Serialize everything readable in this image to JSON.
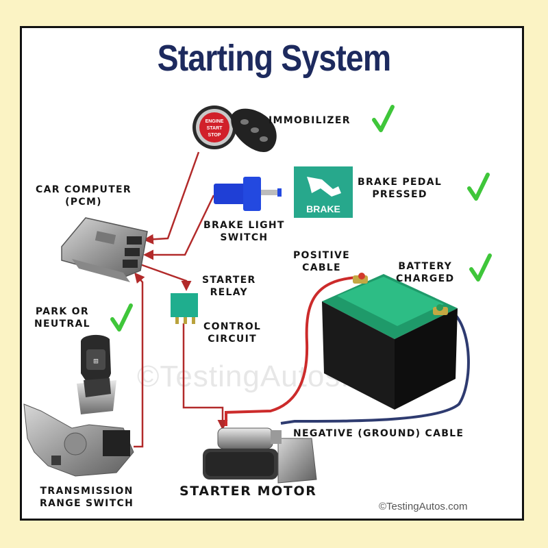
{
  "title": "Starting System",
  "labels": {
    "immobilizer": "IMMOBILIZER",
    "car_computer": "CAR COMPUTER\n(PCM)",
    "brake_pedal": "BRAKE PEDAL\nPRESSED",
    "brake_light_switch": "BRAKE LIGHT\nSWITCH",
    "positive_cable": "POSITIVE\nCABLE",
    "battery_charged": "BATTERY\nCHARGED",
    "starter_relay": "STARTER\nRELAY",
    "control_circuit": "CONTROL\nCIRCUIT",
    "park_or_neutral": "PARK OR\nNEUTRAL",
    "negative_cable": "NEGATIVE (GROUND) CABLE",
    "starter_motor": "STARTER MOTOR",
    "transmission_range_switch": "TRANSMISSION\nRANGE SWITCH"
  },
  "start_button": {
    "line1": "ENGINE",
    "line2": "START",
    "line3": "STOP"
  },
  "brake_icon_text": "BRAKE",
  "watermark": "©TestingAutos.com",
  "copyright": "©TestingAutos.com",
  "colors": {
    "title": "#1d2a5e",
    "check": "#3fc63a",
    "wire_red": "#b22a2a",
    "battery_green": "#1f9a6a",
    "ground_cable": "#3c4a7e",
    "background": "#fbf3c4"
  },
  "icons": [
    "engine-start-button-icon",
    "key-fob-icon",
    "brake-light-switch-icon",
    "brake-pedal-icon",
    "pcm-computer-icon",
    "starter-relay-icon",
    "battery-icon",
    "gear-shifter-icon",
    "transmission-range-switch-icon",
    "starter-motor-icon",
    "check-mark-icon"
  ]
}
